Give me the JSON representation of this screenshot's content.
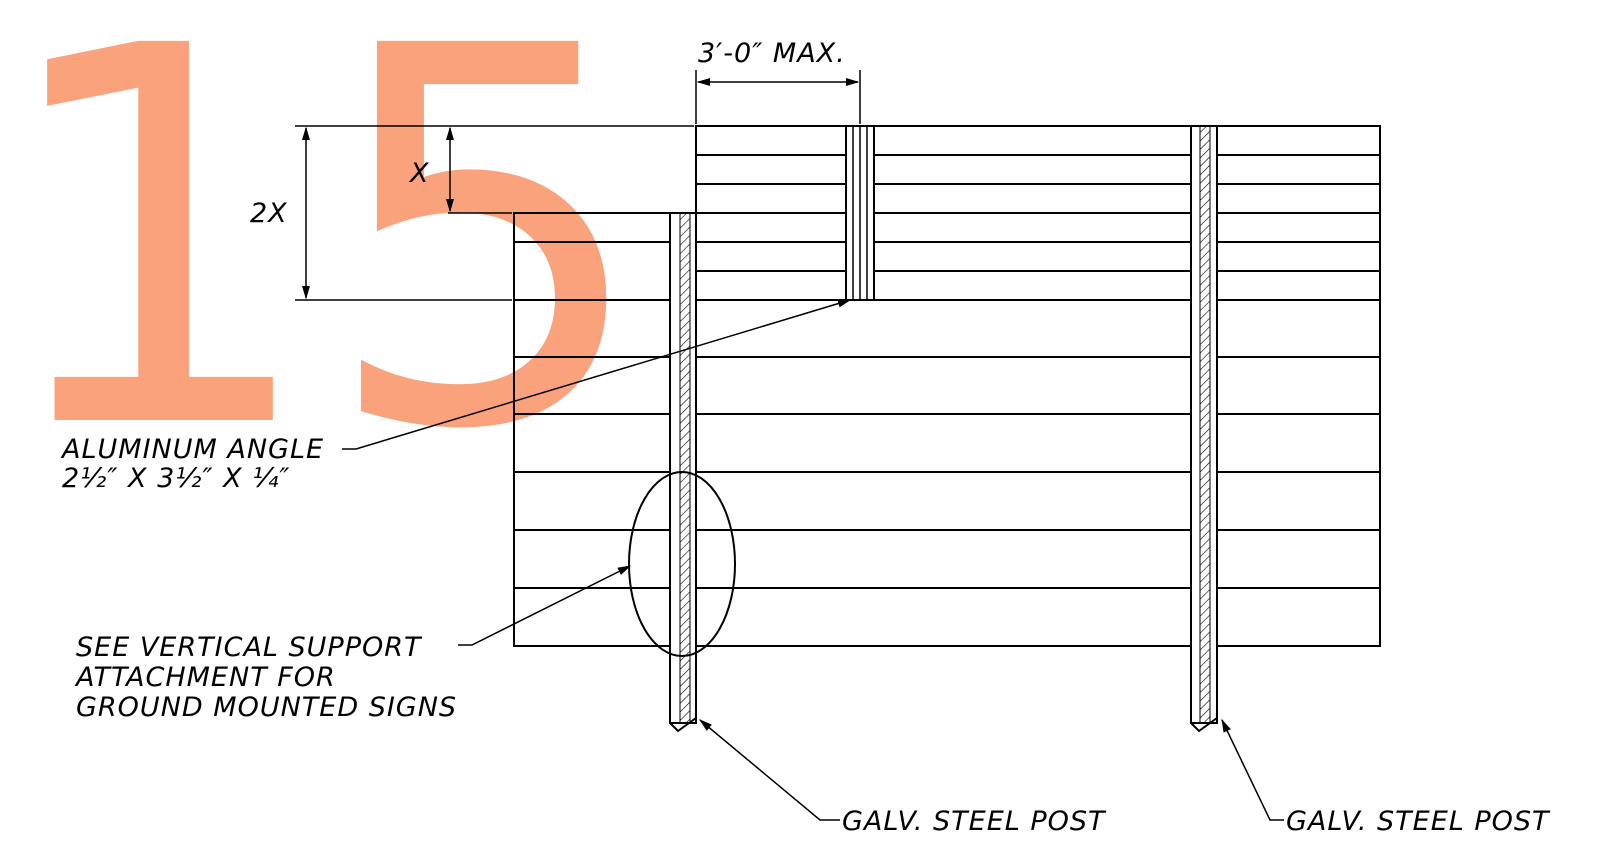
{
  "watermark": {
    "text": "15",
    "color": "#f9a27c"
  },
  "labels": {
    "max_spacing": "3′-0″ MAX.",
    "dim_x": "X",
    "dim_2x": "2X",
    "angle_line1": "ALUMINUM ANGLE",
    "angle_line2": "2½″ X 3½″ X ¼″",
    "note_line1": "SEE VERTICAL SUPPORT",
    "note_line2": "ATTACHMENT FOR",
    "note_line3": "GROUND MOUNTED SIGNS",
    "post_left": "GALV. STEEL POST",
    "post_right": "GALV. STEEL POST"
  },
  "colors": {
    "line": "#000000",
    "watermark": "#f9a27c"
  }
}
